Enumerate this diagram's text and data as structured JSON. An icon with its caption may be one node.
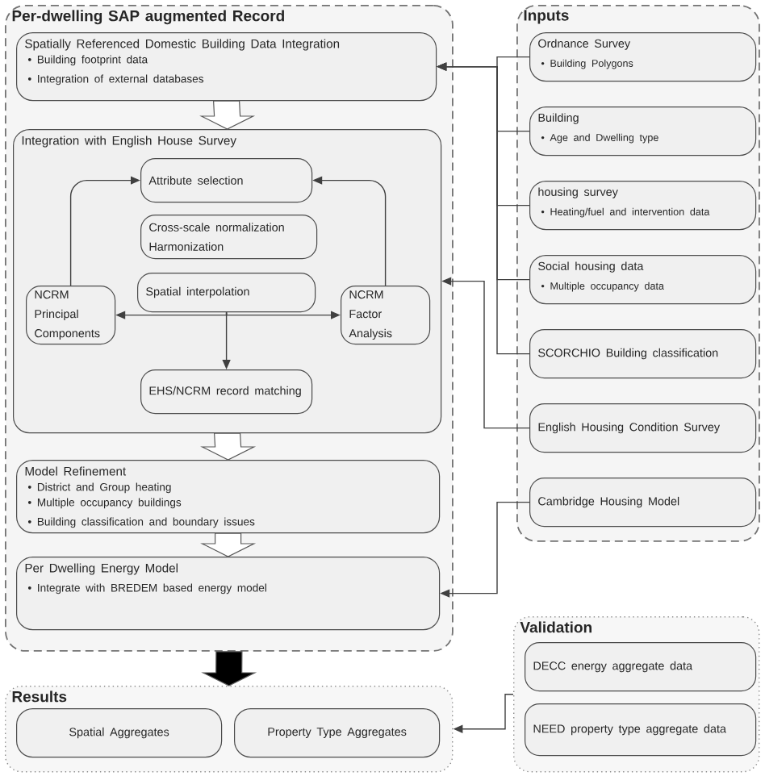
{
  "diagram": {
    "nodes": [
      {
        "text": [
          "Per-dwelling SAP augmented Record"
        ]
      },
      {
        "text": [
          "Spatially Referenced Domestic Building Data Integration",
          "• Building footprint data",
          "• Integration of external databases"
        ],
        "in": 0
      },
      {
        "text": [
          "Integration with English House Survey"
        ],
        "in": 0
      },
      {
        "text": [
          "Attribute selection"
        ],
        "in": 2
      },
      {
        "text": [
          "Cross-scale normalization Harmonization"
        ],
        "in": 2
      },
      {
        "text": [
          "Spatial interpolation"
        ],
        "in": 2
      },
      {
        "text": [
          "NCRM Principal Components"
        ],
        "in": 2
      },
      {
        "text": [
          "NCRM Factor Analysis"
        ],
        "in": 2
      },
      {
        "text": [
          "EHS/NCRM record matching"
        ],
        "in": 2
      },
      {
        "text": [
          "Model Refinement",
          "• District and Group heating",
          "• Multiple occupancy buildings",
          "• Building classification and boundary issues"
        ],
        "in": 0
      },
      {
        "text": [
          "Per Dwelling Energy Model",
          "• Integrate with BREDEM based energy model"
        ],
        "in": 0
      },
      {
        "text": [
          "Inputs"
        ]
      },
      {
        "text": [
          "Ordnance Survey",
          "• Building Polygons"
        ],
        "in": 11
      },
      {
        "text": [
          "Building",
          "• Age and Dwelling type"
        ],
        "in": 11
      },
      {
        "text": [
          "housing survey",
          "• Heating/fuel and intervention data"
        ],
        "in": 11
      },
      {
        "text": [
          "Social housing data",
          "• Multiple occupancy data"
        ],
        "in": 11
      },
      {
        "text": [
          "SCORCHIO Building classification"
        ],
        "in": 11
      },
      {
        "text": [
          "English Housing Condition Survey"
        ],
        "in": 11
      },
      {
        "text": [
          "Cambridge Housing Model"
        ],
        "in": 11
      },
      {
        "text": [
          "Results"
        ]
      },
      {
        "text": [
          "Spatial Aggregates"
        ],
        "in": 19
      },
      {
        "text": [
          "Property Type Aggregates"
        ],
        "in": 19
      },
      {
        "text": [
          "Validation"
        ]
      },
      {
        "text": [
          "DECC energy aggregate data"
        ],
        "in": 22
      },
      {
        "text": [
          "NEED property type aggregate data"
        ],
        "in": 22
      }
    ],
    "edges": [
      {
        "from": 1,
        "to": 2,
        "arrow": "to",
        "style": "thick",
        "color": "#ffffff"
      },
      {
        "from": 6,
        "to": 3,
        "arrow": "to"
      },
      {
        "from": 7,
        "to": 3,
        "arrow": "to"
      },
      {
        "from": 5,
        "to": 6,
        "arrow": "to"
      },
      {
        "from": 5,
        "to": 7,
        "arrow": "to"
      },
      {
        "from": 5,
        "to": 8,
        "arrow": "to"
      },
      {
        "from": 2,
        "to": 9,
        "arrow": "to",
        "style": "thick",
        "color": "#ffffff"
      },
      {
        "from": 9,
        "to": 10,
        "arrow": "to",
        "style": "thick",
        "color": "#ffffff"
      },
      {
        "from": 0,
        "to": 19,
        "arrow": "to",
        "style": "thick",
        "color": "#000000"
      },
      {
        "from": 12,
        "to": 1,
        "arrow": "to"
      },
      {
        "from": 13,
        "to": 1,
        "arrow": "to"
      },
      {
        "from": 14,
        "to": 1,
        "arrow": "to"
      },
      {
        "from": 15,
        "to": 1,
        "arrow": "to"
      },
      {
        "from": 16,
        "to": 1,
        "arrow": "to"
      },
      {
        "from": 17,
        "to": 2,
        "arrow": "to"
      },
      {
        "from": 18,
        "to": 10,
        "arrow": "to"
      },
      {
        "from": 22,
        "to": 19,
        "arrow": "to"
      }
    ]
  }
}
